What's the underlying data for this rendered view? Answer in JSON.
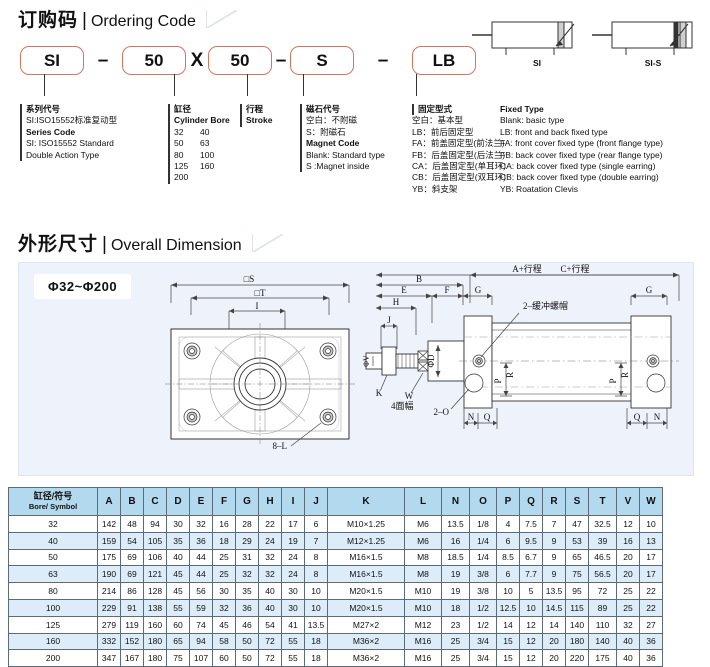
{
  "sections": {
    "ordering": {
      "cn": "订购码",
      "bar": "|",
      "en": "Ordering Code"
    },
    "dimension": {
      "cn": "外形尺寸",
      "bar": "|",
      "en": "Overall Dimension"
    }
  },
  "ordering_code": {
    "parts": [
      "SI",
      "50",
      "50",
      "S",
      "LB"
    ],
    "separators": {
      "dash": "–",
      "x": "X"
    }
  },
  "legend": {
    "series": {
      "title_cn": "系列代号",
      "line_cn": "SI:ISO15552标准复动型",
      "title_en": "Series Code",
      "line_en_1": "SI: ISO15552 Standard",
      "line_en_2": "Double Action Type"
    },
    "bore": {
      "title_cn": "缸径",
      "title_en": "Cylinder Bore",
      "values": [
        [
          "32",
          "40"
        ],
        [
          "50",
          "63"
        ],
        [
          "80",
          "100"
        ],
        [
          "125",
          "160"
        ],
        [
          "200",
          ""
        ]
      ]
    },
    "stroke": {
      "title_cn": "行程",
      "title_en": "Stroke"
    },
    "magnet": {
      "title_cn": "磁石代号",
      "line_cn_1": "空白：不附磁",
      "line_cn_2": "S：附磁石",
      "title_en": "Magnet Code",
      "line_en_1": "Blank: Standard type",
      "line_en_2": "S :Magnet inside"
    },
    "fixed": {
      "title_cn": "固定型式",
      "rows_cn": [
        "空白：基本型",
        "LB：前后固定型",
        "FA：前盖固定型(前法兰)",
        "FB：后盖固定型(后法兰)",
        "CA：后盖固定型(单耳环)",
        "CB：后盖固定型(双耳环)",
        "YB：斜支架"
      ],
      "title_en": "Fixed Type",
      "rows_en": [
        "Blank: basic type",
        "LB: front and back fixed type",
        "FA: front cover fixed type (front flange type)",
        "FB: back cover fixed type (rear flange type)",
        "CA: back cover fixed type (single earring)",
        "CB: back cover fixed type (double earring)",
        "YB: Roatation Clevis"
      ]
    }
  },
  "product_illustrations": [
    {
      "caption": "SI"
    },
    {
      "caption": "SI-S"
    }
  ],
  "dimension_panel": {
    "bore_tag": "Φ32~Φ200",
    "front_view_labels": {
      "s": "□S",
      "t": "□T",
      "i": "I",
      "holes": "8–L"
    },
    "side_view_labels": {
      "a_stroke": "A+行程",
      "c_stroke": "C+行程",
      "b": "B",
      "e": "E",
      "f": "F",
      "g_left": "G",
      "g_right": "G",
      "h": "H",
      "j": "J",
      "d": "ΦD",
      "v": "ΦV",
      "k": "K",
      "w": "W",
      "w_sub": "4面幅",
      "cushion_nut": "2–缓冲螺帽",
      "two_o": "2–O",
      "p_left": "P",
      "r_left": "R",
      "p_right": "P",
      "r_right": "R",
      "n_left": "N",
      "q_left": "Q",
      "q_right": "Q",
      "n_right": "N"
    }
  },
  "spec_table": {
    "header_first_cn": "缸径/符号",
    "header_first_en": "Bore/ Symbol",
    "columns": [
      "A",
      "B",
      "C",
      "D",
      "E",
      "F",
      "G",
      "H",
      "I",
      "J",
      "K",
      "L",
      "N",
      "O",
      "P",
      "Q",
      "R",
      "S",
      "T",
      "V",
      "W"
    ],
    "rows": [
      {
        "bore": "32",
        "values": [
          "142",
          "48",
          "94",
          "30",
          "32",
          "16",
          "28",
          "22",
          "17",
          "6",
          "M10×1.25",
          "M6",
          "13.5",
          "1/8",
          "4",
          "7.5",
          "7",
          "47",
          "32.5",
          "12",
          "10"
        ]
      },
      {
        "bore": "40",
        "values": [
          "159",
          "54",
          "105",
          "35",
          "36",
          "18",
          "29",
          "24",
          "19",
          "7",
          "M12×1.25",
          "M6",
          "16",
          "1/4",
          "6",
          "9.5",
          "9",
          "53",
          "39",
          "16",
          "13"
        ]
      },
      {
        "bore": "50",
        "values": [
          "175",
          "69",
          "106",
          "40",
          "44",
          "25",
          "31",
          "32",
          "24",
          "8",
          "M16×1.5",
          "M8",
          "18.5",
          "1/4",
          "8.5",
          "6.7",
          "9",
          "65",
          "46.5",
          "20",
          "17"
        ]
      },
      {
        "bore": "63",
        "values": [
          "190",
          "69",
          "121",
          "45",
          "44",
          "25",
          "32",
          "32",
          "24",
          "8",
          "M16×1.5",
          "M8",
          "19",
          "3/8",
          "6",
          "7.7",
          "9",
          "75",
          "56.5",
          "20",
          "17"
        ]
      },
      {
        "bore": "80",
        "values": [
          "214",
          "86",
          "128",
          "45",
          "56",
          "30",
          "35",
          "40",
          "30",
          "10",
          "M20×1.5",
          "M10",
          "19",
          "3/8",
          "10",
          "5",
          "13.5",
          "95",
          "72",
          "25",
          "22"
        ]
      },
      {
        "bore": "100",
        "values": [
          "229",
          "91",
          "138",
          "55",
          "59",
          "32",
          "36",
          "40",
          "30",
          "10",
          "M20×1.5",
          "M10",
          "18",
          "1/2",
          "12.5",
          "10",
          "14.5",
          "115",
          "89",
          "25",
          "22"
        ]
      },
      {
        "bore": "125",
        "values": [
          "279",
          "119",
          "160",
          "60",
          "74",
          "45",
          "46",
          "54",
          "41",
          "13.5",
          "M27×2",
          "M12",
          "23",
          "1/2",
          "14",
          "12",
          "14",
          "140",
          "110",
          "32",
          "27"
        ]
      },
      {
        "bore": "160",
        "values": [
          "332",
          "152",
          "180",
          "65",
          "94",
          "58",
          "50",
          "72",
          "55",
          "18",
          "M36×2",
          "M16",
          "25",
          "3/4",
          "15",
          "12",
          "20",
          "180",
          "140",
          "40",
          "36"
        ]
      },
      {
        "bore": "200",
        "values": [
          "347",
          "167",
          "180",
          "75",
          "107",
          "60",
          "50",
          "72",
          "55",
          "18",
          "M36×2",
          "M16",
          "25",
          "3/4",
          "15",
          "12",
          "20",
          "220",
          "175",
          "40",
          "36"
        ]
      }
    ]
  },
  "colors": {
    "accent_box": "#d4755e",
    "table_header": "#b3d9ef",
    "table_alt_row": "#dcecf8",
    "panel_bg": "#eef2fa"
  }
}
